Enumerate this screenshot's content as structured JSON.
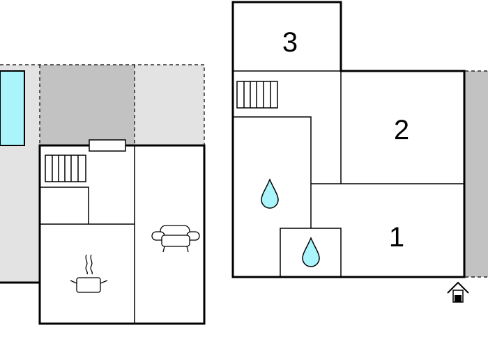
{
  "floorplan": {
    "colors": {
      "wall": "#000000",
      "terrace": "#e3e3e3",
      "covered_terrace": "#c2c2c2",
      "pool": "#a9f5fb",
      "background": "#ffffff"
    },
    "room_labels": [
      "3",
      "2",
      "1"
    ],
    "icons": {
      "left": [
        "stairs-icon",
        "stairs-icon",
        "sofa-icon",
        "cooking-pot-icon",
        "window-bar"
      ],
      "right": [
        "stairs-icon",
        "water-drop-icon",
        "water-drop-icon",
        "entrance-icon"
      ]
    }
  }
}
